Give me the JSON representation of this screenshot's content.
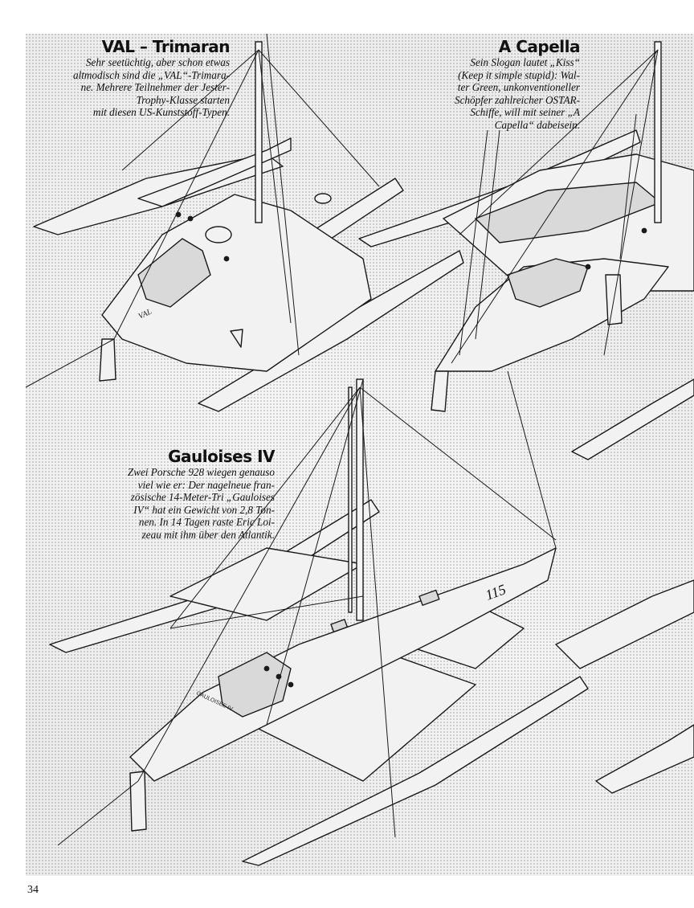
{
  "page": {
    "number": "34"
  },
  "captions": {
    "val": {
      "title": "VAL – Trimaran",
      "lines": [
        "Sehr seetüchtig, aber schon etwas",
        "altmodisch sind die „VAL“-Trimara-",
        "ne. Mehrere Teilnehmer der Jester-",
        "Trophy-Klasse starten",
        "mit diesen US-Kunststoff-Typen."
      ]
    },
    "capella": {
      "title": "A Capella",
      "lines": [
        "Sein Slogan lautet „Kiss“",
        "(Keep it simple stupid): Wal-",
        "ter Green, unkonventioneller",
        "Schöpfer zahlreicher OSTAR-",
        "Schiffe, will mit seiner „A",
        "Capella“ dabeisein."
      ]
    },
    "gauloises": {
      "title": "Gauloises IV",
      "lines": [
        "Zwei Porsche 928 wiegen genauso",
        "viel wie er: Der nagelneue fran-",
        "zösische 14-Meter-Tri „Gauloises",
        "IV“ hat ein Gewicht von 2,8 Ton-",
        "nen. In 14 Tagen raste Eric Loi-",
        "zeau mit ihm über den Atlantik."
      ]
    }
  },
  "hull_labels": {
    "val": "VAL",
    "gauloises_number": "115",
    "gauloises_name": "GAULOISES IV"
  }
}
